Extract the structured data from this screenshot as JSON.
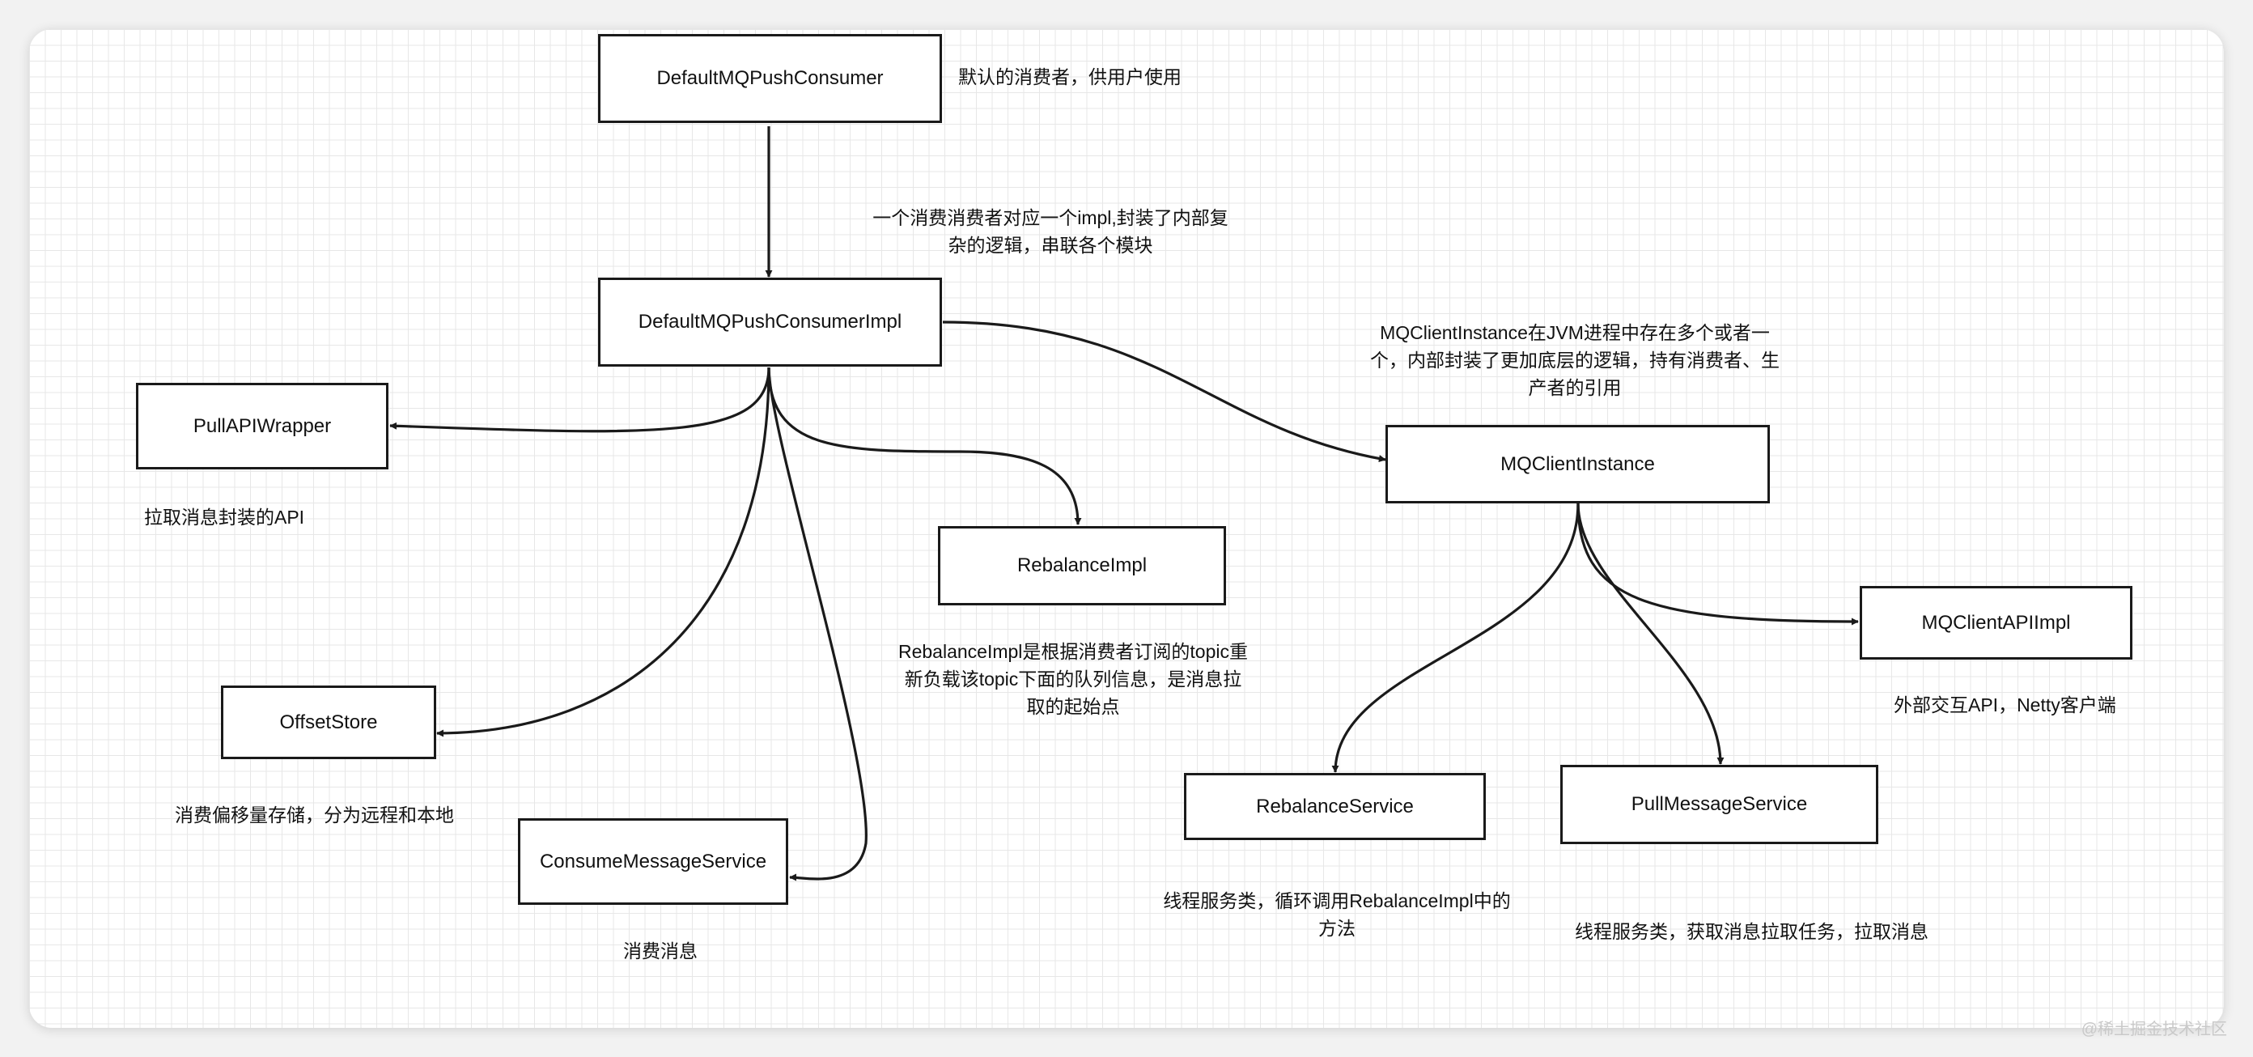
{
  "nodes": {
    "default_push_consumer": "DefaultMQPushConsumer",
    "default_push_consumer_impl": "DefaultMQPushConsumerImpl",
    "pull_api_wrapper": "PullAPIWrapper",
    "rebalance_impl": "RebalanceImpl",
    "offset_store": "OffsetStore",
    "consume_message_service": "ConsumeMessageService",
    "mq_client_instance": "MQClientInstance",
    "mq_client_api_impl": "MQClientAPIImpl",
    "rebalance_service": "RebalanceService",
    "pull_message_service": "PullMessageService"
  },
  "notes": {
    "default_push_consumer": "默认的消费者，供用户使用",
    "default_push_consumer_impl": [
      "一个消费消费者对应一个impl,封装了内部复",
      "杂的逻辑，串联各个模块"
    ],
    "mq_client_instance": [
      "MQClientInstance在JVM进程中存在多个或者一",
      "个，内部封装了更加底层的逻辑，持有消费者、生",
      "产者的引用"
    ],
    "pull_api_wrapper": "拉取消息封装的API",
    "rebalance_impl": [
      "RebalanceImpl是根据消费者订阅的topic重",
      "新负载该topic下面的队列信息，是消息拉",
      "取的起始点"
    ],
    "offset_store": "消费偏移量存储，分为远程和本地",
    "consume_message_service": "消费消息",
    "mq_client_api_impl": "外部交互API，Netty客户端",
    "rebalance_service": [
      "线程服务类，循环调用RebalanceImpl中的",
      "方法"
    ],
    "pull_message_service": "线程服务类，获取消息拉取任务，拉取消息"
  },
  "watermark": "@稀土掘金技术社区",
  "colors": {
    "stroke": "#1a1a1a",
    "grid": "#e7e7e7",
    "background": "#ffffff"
  }
}
